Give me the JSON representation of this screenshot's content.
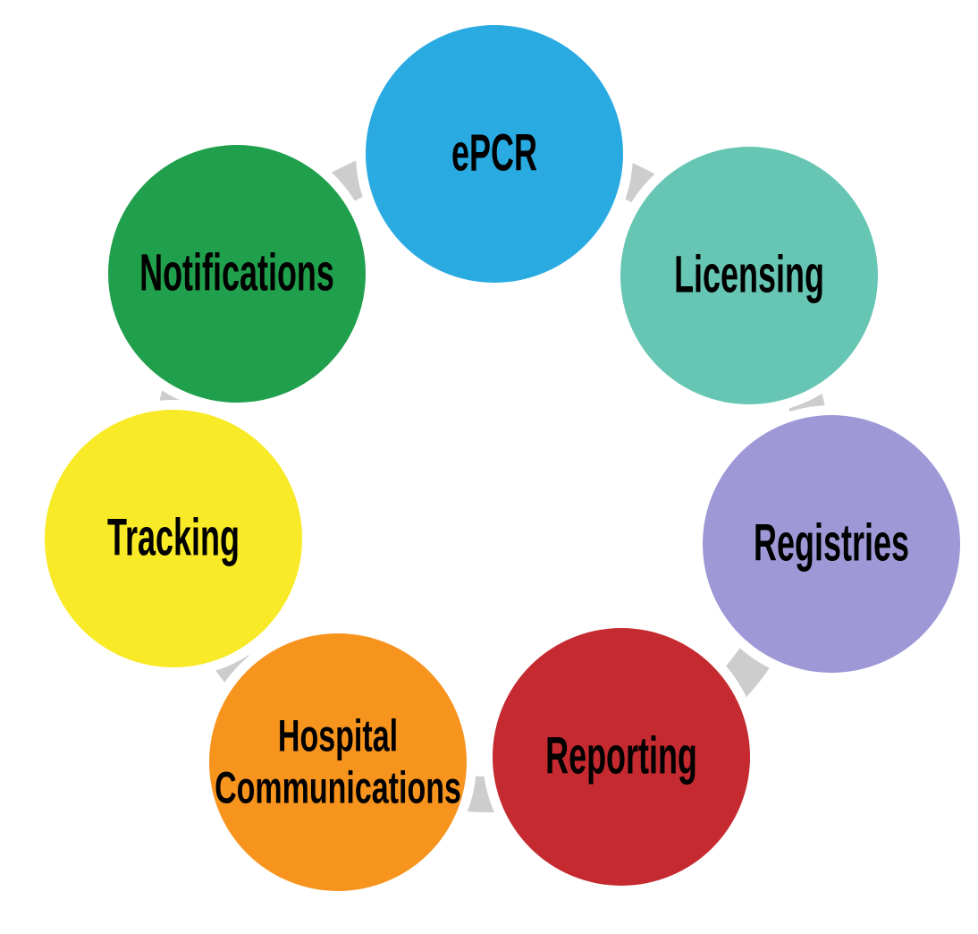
{
  "diagram": {
    "type": "cycle",
    "background": "#ffffff",
    "ring_color": "#cdcdcd",
    "label_color": "#000000",
    "nodes": [
      {
        "label": "ePCR",
        "color": "#29abe2"
      },
      {
        "label": "Licensing",
        "color": "#66c6b3"
      },
      {
        "label": "Registries",
        "color": "#9e99d6"
      },
      {
        "label": "Reporting",
        "color": "#c42a30"
      },
      {
        "label": "Hospital Communications",
        "color": "#f7941e"
      },
      {
        "label": "Tracking",
        "color": "#f8ea26"
      },
      {
        "label": "Notifications",
        "color": "#20a04d"
      }
    ]
  }
}
